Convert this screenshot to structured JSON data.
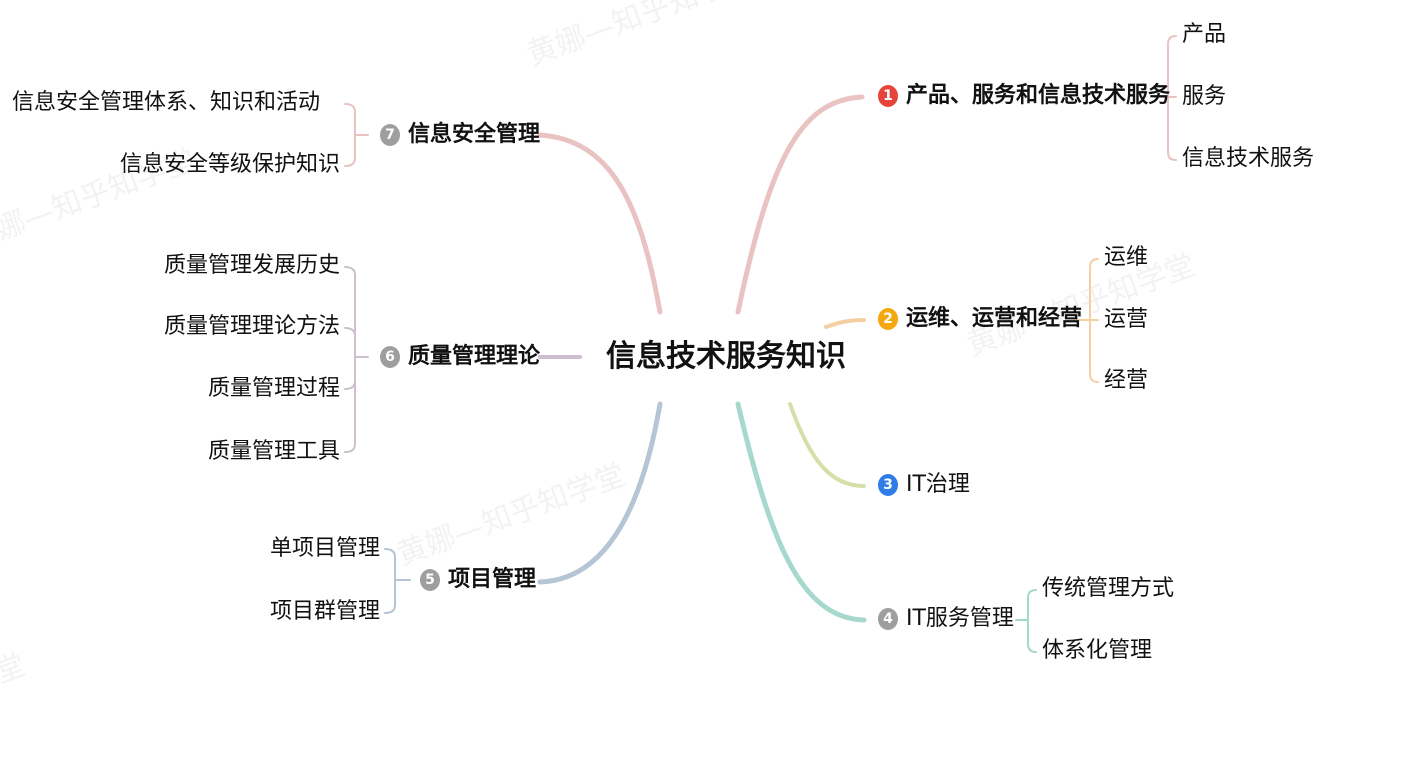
{
  "root": {
    "label": "信息技术服务知识"
  },
  "branches": [
    {
      "num": "1",
      "label": "产品、服务和信息技术服务",
      "color": "#e6433b",
      "line_color": "#e8c3c1",
      "children": [
        "产品",
        "服务",
        "信息技术服务"
      ]
    },
    {
      "num": "2",
      "label": "运维、运营和经营",
      "color": "#f5a70f",
      "line_color": "#f4cfa4",
      "children": [
        "运维",
        "运营",
        "经营"
      ]
    },
    {
      "num": "3",
      "label": "IT治理",
      "color": "#2f7de6",
      "line_color": "#d7dfa8",
      "children": []
    },
    {
      "num": "4",
      "label": "IT服务管理",
      "color": "#9e9e9e",
      "line_color": "#a7d8cd",
      "children": [
        "传统管理方式",
        "体系化管理"
      ]
    },
    {
      "num": "5",
      "label": "项目管理",
      "color": "#9e9e9e",
      "line_color": "#b5c5d6",
      "children": [
        "单项目管理",
        "项目群管理"
      ]
    },
    {
      "num": "6",
      "label": "质量管理理论",
      "color": "#9e9e9e",
      "line_color": "#cdbfcd",
      "children": [
        "质量管理发展历史",
        "质量管理理论方法",
        "质量管理过程",
        "质量管理工具"
      ]
    },
    {
      "num": "7",
      "label": "信息安全管理",
      "color": "#9e9e9e",
      "line_color": "#e8c3c1",
      "children": [
        "信息安全管理体系、知识和活动",
        "信息安全等级保护知识"
      ]
    }
  ],
  "watermark": "黄娜—知乎知学堂"
}
